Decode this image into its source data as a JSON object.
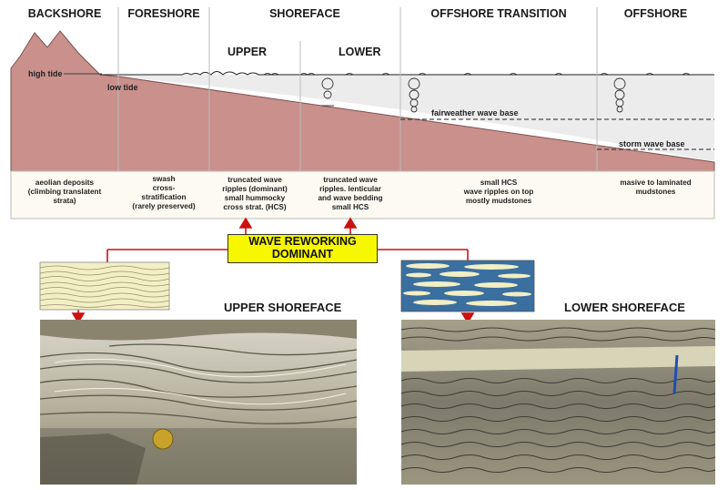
{
  "zones": {
    "backshore": "BACKSHORE",
    "foreshore": "FORESHORE",
    "shoreface": "SHOREFACE",
    "offshore_transition": "OFFSHORE TRANSITION",
    "offshore": "OFFSHORE"
  },
  "subzones": {
    "upper": "UPPER",
    "lower": "LOWER"
  },
  "tides": {
    "high": "high tide",
    "low": "low tide"
  },
  "bases": {
    "fairweather": "fairweather wave base",
    "storm": "storm wave base"
  },
  "descriptions": {
    "backshore": "aeolian deposits\n(climbing translatent\nstrata)",
    "foreshore": "swash\ncross-\nstratification\n(rarely preserved)",
    "upper_shoreface": "truncated wave\nripples (dominant)\nsmall hummocky\ncross strat. (HCS)",
    "lower_shoreface": "truncated wave\nripples. lenticular\nand wave bedding\nsmall HCS",
    "offshore_transition": "small HCS\nwave ripples on top\nmostly mudstones",
    "offshore": "masive to laminated\nmudstones"
  },
  "banner": {
    "line1": "WAVE REWORKING",
    "line2": "DOMINANT"
  },
  "photos": {
    "upper_title": "UPPER SHOREFACE",
    "lower_title": "LOWER SHOREFACE"
  },
  "colors": {
    "sediment": "#c9908c",
    "water": "#ececec",
    "banner": "#f7f700",
    "arrow": "#cc1111",
    "sketch_upper": "#f3efc4",
    "sketch_lower_bg": "#3a6fa0",
    "sketch_lower_lens": "#f3efc4"
  }
}
